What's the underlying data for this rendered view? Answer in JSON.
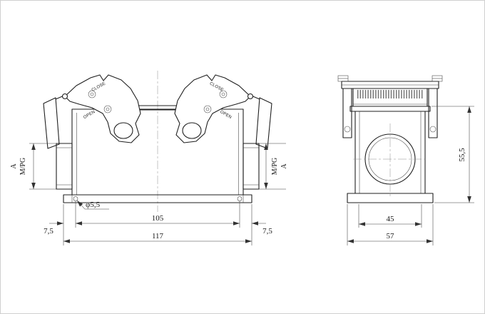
{
  "front_view": {
    "lever_labels": {
      "close_left": "CLOSE",
      "open_left": "OPEN",
      "close_right": "CLOSE",
      "open_right": "OPEN"
    },
    "side_port_labels": {
      "left_a": "A",
      "left_thread": "M/PG",
      "right_a": "A",
      "right_thread": "M/PG"
    },
    "dimensions": {
      "hole_diameter": "φ5,5",
      "hole_spacing": "105",
      "overall_width": "117",
      "offset_left": "7,5",
      "offset_right": "7,5"
    }
  },
  "side_view": {
    "dimensions": {
      "height": "55,5",
      "inner_width": "45",
      "overall_width": "57"
    }
  }
}
